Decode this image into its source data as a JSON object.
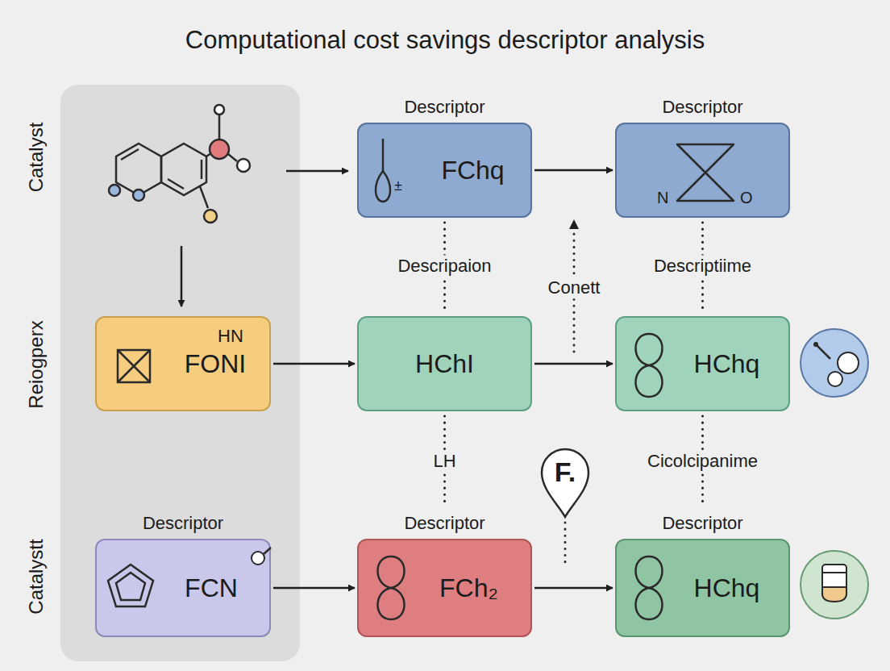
{
  "diagram": {
    "title": "Computational cost savings descriptor analysis",
    "nodes": [
      {
        "text": [
          "Descriptor",
          "±",
          "FChq"
        ]
      },
      {
        "text": [
          "Descriptor",
          "N",
          "O"
        ]
      },
      {
        "text": [
          "HN",
          "FONI"
        ]
      },
      {
        "text": [
          "HChI"
        ]
      },
      {
        "text": [
          "HChq"
        ]
      },
      {
        "text": [
          "F."
        ]
      },
      {
        "text": [
          "Descriptor",
          "FCN"
        ]
      },
      {
        "text": [
          "Descriptor",
          "FCh₂"
        ]
      },
      {
        "text": [
          "Descriptor",
          "HChq"
        ]
      }
    ],
    "edges": [
      {
        "from": 0,
        "to": 1,
        "arrow": "to"
      },
      {
        "from": 2,
        "to": 3,
        "arrow": "to"
      },
      {
        "from": 3,
        "to": 4,
        "arrow": "to"
      },
      {
        "from": 6,
        "to": 7,
        "arrow": "to"
      },
      {
        "from": 7,
        "to": 8,
        "arrow": "to"
      },
      {
        "from": 0,
        "to": 3,
        "label": "Descripaion",
        "arrow": "none"
      },
      {
        "from": 1,
        "to": 4,
        "label": "Descriptiime",
        "arrow": "none"
      },
      {
        "from": 3,
        "to": 7,
        "label": "LH",
        "arrow": "none"
      },
      {
        "from": 4,
        "to": 8,
        "label": "Cicolcipanime",
        "arrow": "none"
      }
    ],
    "labels": [
      "Catalyst",
      "Reiogperx",
      "Catalystt",
      "Conett"
    ]
  }
}
